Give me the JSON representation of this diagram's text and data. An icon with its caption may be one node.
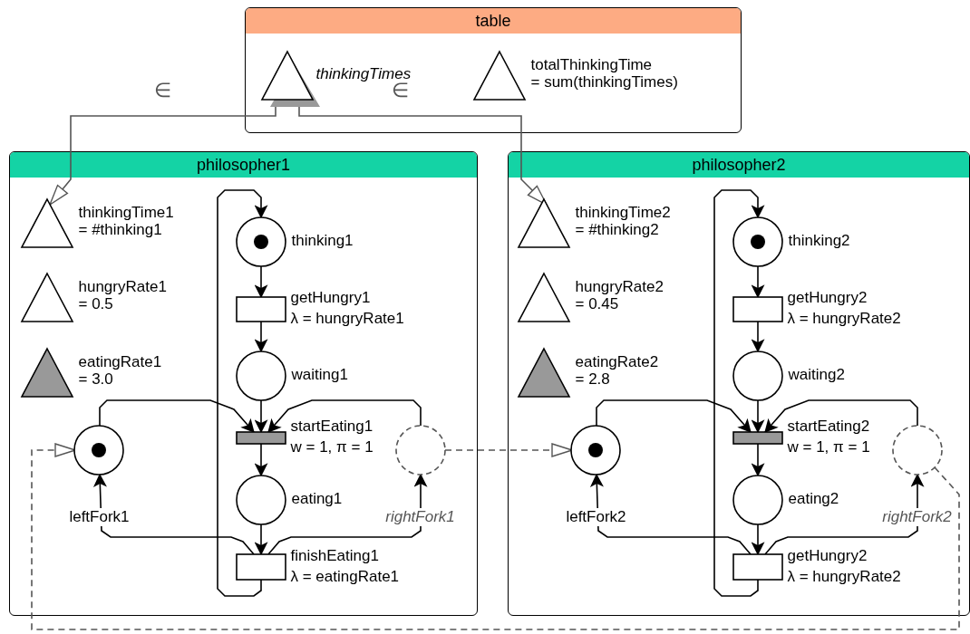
{
  "diagram": {
    "nodes": [
      {
        "text": [
          "table"
        ]
      },
      {
        "text": [
          "thinkingTimes"
        ],
        "in": 0
      },
      {
        "text": [
          "totalThinkingTime",
          "= sum(thinkingTimes)"
        ],
        "in": 0
      },
      {
        "text": [
          "philosopher1"
        ]
      },
      {
        "text": [
          "thinkingTime1",
          "= #thinking1"
        ],
        "in": 3
      },
      {
        "text": [
          "hungryRate1",
          "= 0.5"
        ],
        "in": 3
      },
      {
        "text": [
          "eatingRate1",
          "= 3.0"
        ],
        "in": 3
      },
      {
        "text": [
          "leftFork1"
        ],
        "in": 3
      },
      {
        "text": [
          "thinking1"
        ],
        "in": 3
      },
      {
        "text": [
          "getHungry1",
          "λ = hungryRate1"
        ],
        "in": 3
      },
      {
        "text": [
          "waiting1"
        ],
        "in": 3
      },
      {
        "text": [
          "startEating1",
          "w = 1, π = 1"
        ],
        "in": 3
      },
      {
        "text": [
          "eating1"
        ],
        "in": 3
      },
      {
        "text": [
          "finishEating1",
          "λ = eatingRate1"
        ],
        "in": 3
      },
      {
        "text": [
          "rightFork1"
        ],
        "in": 3
      },
      {
        "text": [
          "philosopher2"
        ]
      },
      {
        "text": [
          "thinkingTime2",
          "= #thinking2"
        ],
        "in": 15
      },
      {
        "text": [
          "hungryRate2",
          "= 0.45"
        ],
        "in": 15
      },
      {
        "text": [
          "eatingRate2",
          "= 2.8"
        ],
        "in": 15
      },
      {
        "text": [
          "leftFork2"
        ],
        "in": 15
      },
      {
        "text": [
          "thinking2"
        ],
        "in": 15
      },
      {
        "text": [
          "getHungry2",
          "λ = hungryRate2"
        ],
        "in": 15
      },
      {
        "text": [
          "waiting2"
        ],
        "in": 15
      },
      {
        "text": [
          "startEating2",
          "w = 1, π = 1"
        ],
        "in": 15
      },
      {
        "text": [
          "eating2"
        ],
        "in": 15
      },
      {
        "text": [
          "getHungry2",
          "λ = hungryRate2"
        ],
        "in": 15
      },
      {
        "text": [
          "rightFork2"
        ],
        "in": 15
      }
    ],
    "edges": [
      {
        "from": 1,
        "to": 4,
        "arrow": "to",
        "label": "∈",
        "color": "#555555"
      },
      {
        "from": 1,
        "to": 16,
        "arrow": "to",
        "label": "∈",
        "color": "#555555"
      },
      {
        "from": 8,
        "to": 9,
        "arrow": "to"
      },
      {
        "from": 9,
        "to": 10,
        "arrow": "to"
      },
      {
        "from": 10,
        "to": 11,
        "arrow": "to"
      },
      {
        "from": 7,
        "to": 11,
        "arrow": "to"
      },
      {
        "from": 14,
        "to": 11,
        "arrow": "to"
      },
      {
        "from": 11,
        "to": 12,
        "arrow": "to"
      },
      {
        "from": 12,
        "to": 13,
        "arrow": "to"
      },
      {
        "from": 13,
        "to": 8,
        "arrow": "to"
      },
      {
        "from": 13,
        "to": 7,
        "arrow": "to"
      },
      {
        "from": 13,
        "to": 14,
        "arrow": "to"
      },
      {
        "from": 14,
        "to": 19,
        "arrow": "to",
        "style": "dashed",
        "color": "#555555"
      },
      {
        "from": 20,
        "to": 21,
        "arrow": "to"
      },
      {
        "from": 21,
        "to": 22,
        "arrow": "to"
      },
      {
        "from": 22,
        "to": 23,
        "arrow": "to"
      },
      {
        "from": 19,
        "to": 23,
        "arrow": "to"
      },
      {
        "from": 26,
        "to": 23,
        "arrow": "to"
      },
      {
        "from": 23,
        "to": 24,
        "arrow": "to"
      },
      {
        "from": 24,
        "to": 25,
        "arrow": "to"
      },
      {
        "from": 25,
        "to": 20,
        "arrow": "to"
      },
      {
        "from": 25,
        "to": 19,
        "arrow": "to"
      },
      {
        "from": 25,
        "to": 26,
        "arrow": "to"
      },
      {
        "from": 26,
        "to": 7,
        "arrow": "to",
        "style": "dashed",
        "color": "#555555"
      }
    ]
  }
}
